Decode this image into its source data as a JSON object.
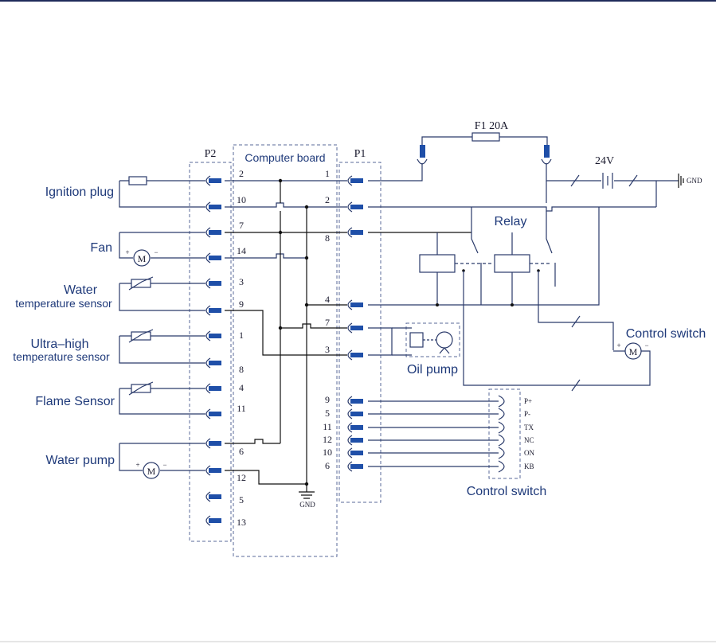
{
  "blocks": {
    "p2": "P2",
    "computer_board": "Computer board",
    "p1": "P1",
    "fuse": "F1  20A",
    "battery": "24V",
    "gnd_right": "GND",
    "gnd_bottom": "GND",
    "relay": "Relay",
    "oil_pump": "Oil pump",
    "control_switch_motor": "Control switch",
    "control_switch_connector": "Control switch"
  },
  "devices": {
    "ignition_plug": "Ignition plug",
    "fan": "Fan",
    "water_temp_1": "Water",
    "water_temp_2": "temperature sensor",
    "ultra_high_1": "Ultra–high",
    "ultra_high_2": "temperature sensor",
    "flame_sensor": "Flame Sensor",
    "water_pump": "Water pump"
  },
  "motor_symbol": "M",
  "p2_pins": [
    "2",
    "10",
    "7",
    "14",
    "3",
    "9",
    "1",
    "8",
    "4",
    "11",
    "6",
    "12",
    "5",
    "13"
  ],
  "p1_pins": [
    "1",
    "2",
    "8",
    "4",
    "7",
    "3",
    "9",
    "5",
    "11",
    "12",
    "10",
    "6"
  ],
  "control_connector_pins": [
    "P+",
    "P-",
    "TX",
    "NC",
    "ON",
    "KB"
  ],
  "polarity": {
    "plus": "+",
    "minus": "−"
  }
}
